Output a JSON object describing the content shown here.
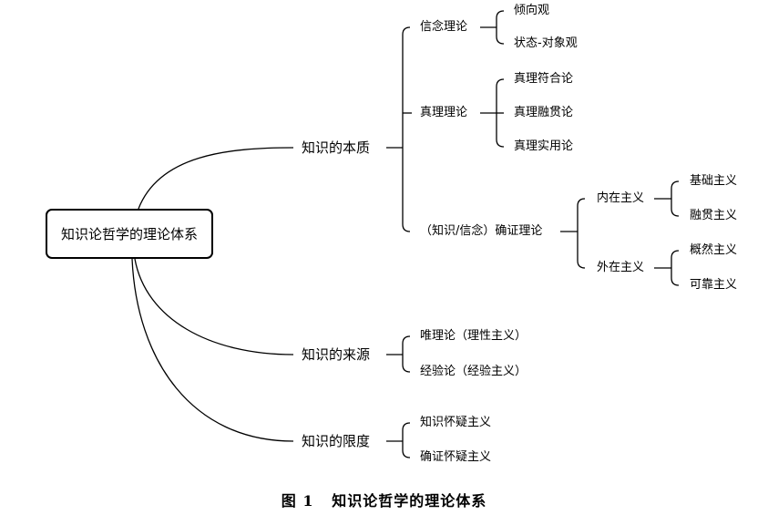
{
  "diagram": {
    "root": "知识论哲学的理论体系",
    "branches": {
      "nature": {
        "label": "知识的本质",
        "belief": {
          "label": "信念理论",
          "items": [
            "倾向观",
            "状态-对象观"
          ]
        },
        "truth": {
          "label": "真理理论",
          "items": [
            "真理符合论",
            "真理融贯论",
            "真理实用论"
          ]
        },
        "justification": {
          "label": "（知识/信念）确证理论",
          "internal": {
            "label": "内在主义",
            "items": [
              "基础主义",
              "融贯主义"
            ]
          },
          "external": {
            "label": "外在主义",
            "items": [
              "概然主义",
              "可靠主义"
            ]
          }
        }
      },
      "source": {
        "label": "知识的来源",
        "items": [
          "唯理论（理性主义）",
          "经验论（经验主义）"
        ]
      },
      "limit": {
        "label": "知识的限度",
        "items": [
          "知识怀疑主义",
          "确证怀疑主义"
        ]
      }
    }
  },
  "caption": "图 1   知识论哲学的理论体系"
}
